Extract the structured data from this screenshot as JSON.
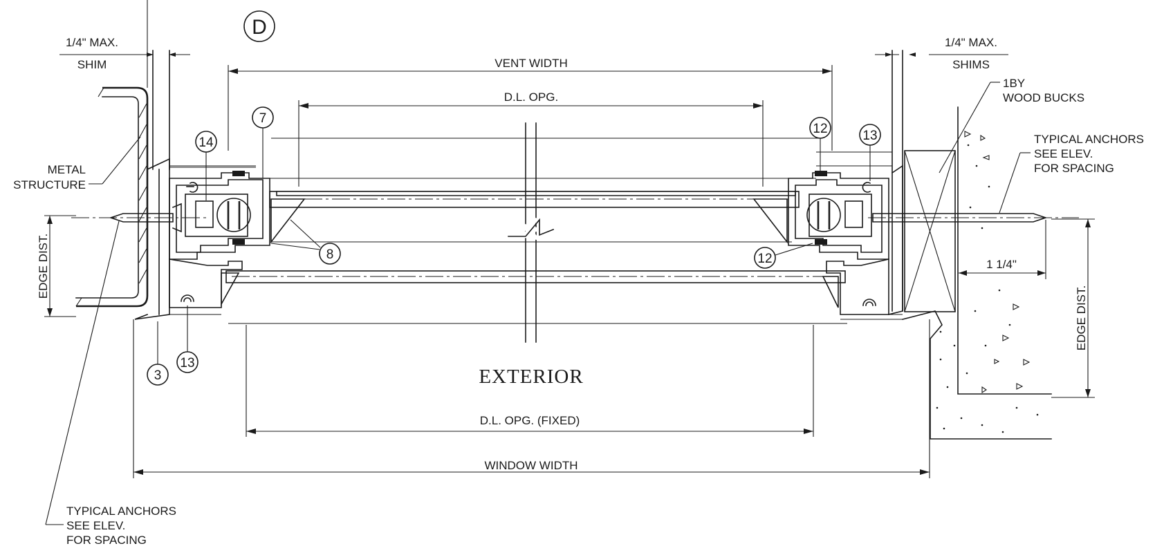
{
  "detail_tag": "D",
  "labels": {
    "shim_max_left": "1/4\" MAX.",
    "shim_left": "SHIM",
    "shim_max_right": "1/4\" MAX.",
    "shims_right": "SHIMS",
    "vent_width": "VENT WIDTH",
    "dl_opg": "D.L. OPG.",
    "dl_opg_fixed": "D.L. OPG. (FIXED)",
    "window_width": "WINDOW WIDTH",
    "exterior": "EXTERIOR",
    "metal_structure_1": "METAL",
    "metal_structure_2": "STRUCTURE",
    "wood_bucks_1": "1BY",
    "wood_bucks_2": "WOOD BUCKS",
    "anchors_right_1": "TYPICAL ANCHORS",
    "anchors_right_2": "SEE ELEV.",
    "anchors_right_3": "FOR SPACING",
    "anchors_left_1": "TYPICAL ANCHORS",
    "anchors_left_2": "SEE ELEV.",
    "anchors_left_3": "FOR SPACING",
    "edge_dist_left": "EDGE DIST.",
    "edge_dist_right": "EDGE DIST.",
    "one_quarter": "1 1/4\""
  },
  "callouts": {
    "c14": "14",
    "c7": "7",
    "c8": "8",
    "c12a": "12",
    "c12b": "12",
    "c13a": "13",
    "c13b": "13",
    "c3": "3"
  }
}
